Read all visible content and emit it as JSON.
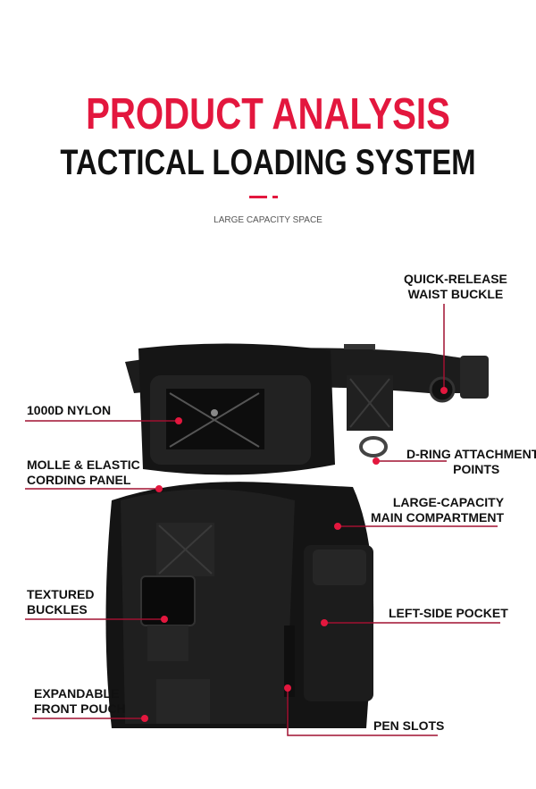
{
  "header": {
    "title": "PRODUCT ANALYSIS",
    "subtitle": "TACTICAL LOADING SYSTEM",
    "tagline": "LARGE CAPACITY SPACE"
  },
  "accent_color": "#e3173e",
  "callouts": {
    "waist_buckle": [
      "QUICK-RELEASE",
      "WAIST BUCKLE"
    ],
    "nylon": [
      "1000D NYLON"
    ],
    "molle": [
      "MOLLE & ELASTIC",
      "CORDING PANEL"
    ],
    "d_ring": [
      "D-RING ATTACHMENT",
      "POINTS"
    ],
    "main_compartment": [
      "LARGE-CAPACITY",
      "MAIN COMPARTMENT"
    ],
    "buckles": [
      "TEXTURED",
      "BUCKLES"
    ],
    "side_pocket": [
      "LEFT-SIDE POCKET"
    ],
    "front_pouch": [
      "EXPANDABLE",
      "FRONT POUCH"
    ],
    "pen_slots": [
      "PEN SLOTS"
    ]
  }
}
